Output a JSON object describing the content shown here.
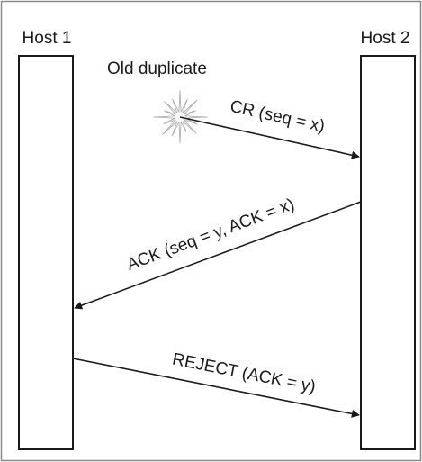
{
  "hosts": {
    "left": "Host 1",
    "right": "Host 2"
  },
  "source": {
    "label": "Old duplicate",
    "icon": "starburst-icon"
  },
  "messages": [
    {
      "label": "CR (seq = x)",
      "direction": "to-host-2"
    },
    {
      "label": "ACK (seq = y, ACK = x)",
      "direction": "to-host-1"
    },
    {
      "label": "REJECT (ACK = y)",
      "direction": "to-host-2"
    }
  ],
  "colors": {
    "line": "#1a1a1a",
    "burst": "#a0a0a0",
    "burst_core": "#ffffff",
    "frame": "#8a8a8a"
  }
}
